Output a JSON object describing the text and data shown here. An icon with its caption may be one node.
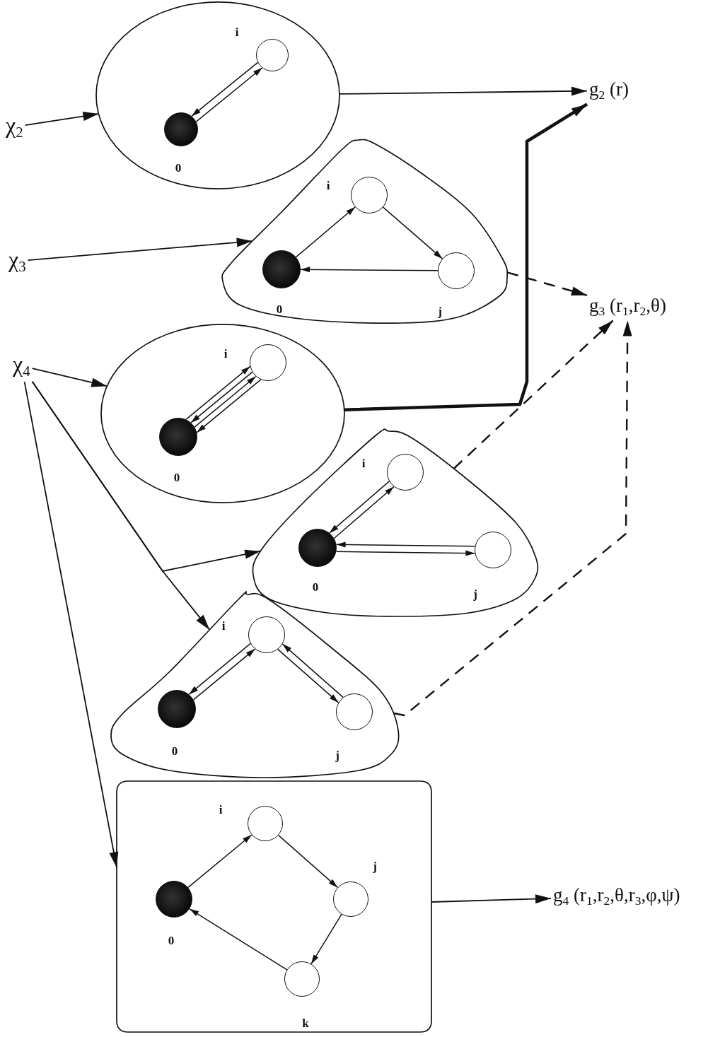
{
  "diagram": {
    "nodes": [
      {
        "text": [
          "χ$_{2}$"
        ]
      },
      {
        "text": [
          "χ$_{3}$"
        ]
      },
      {
        "text": [
          "χ$_{4}$"
        ]
      },
      {
        "text": [
          "g$_{2}$ (r)"
        ]
      },
      {
        "text": [
          "g$_{3}$ (r$_{1}$,r$_{2}$,θ)"
        ]
      },
      {
        "text": [
          "g$_{4}$ (r$_{1}$,r$_{2}$,θ,r$_{3}$,φ,ψ)"
        ]
      },
      {
        "text": [],
        "shape": "ellipse"
      },
      {
        "text": [],
        "shape": "circle",
        "in": 6,
        "beside": [
          "i"
        ]
      },
      {
        "text": [],
        "shape": "circle",
        "in": 6,
        "beside": [
          "0"
        ]
      },
      {
        "text": [],
        "shape": "triangle"
      },
      {
        "text": [],
        "shape": "circle",
        "in": 9,
        "beside": [
          "i"
        ]
      },
      {
        "text": [],
        "shape": "circle",
        "in": 9,
        "beside": [
          "0"
        ]
      },
      {
        "text": [],
        "shape": "circle",
        "in": 9,
        "beside": [
          "j"
        ]
      },
      {
        "text": [],
        "shape": "ellipse"
      },
      {
        "text": [],
        "shape": "circle",
        "in": 13,
        "beside": [
          "i"
        ]
      },
      {
        "text": [],
        "shape": "circle",
        "in": 13,
        "beside": [
          "0"
        ]
      },
      {
        "text": [],
        "shape": "triangle"
      },
      {
        "text": [],
        "shape": "circle",
        "in": 16,
        "beside": [
          "i"
        ]
      },
      {
        "text": [],
        "shape": "circle",
        "in": 16,
        "beside": [
          "0"
        ]
      },
      {
        "text": [],
        "shape": "circle",
        "in": 16,
        "beside": [
          "j"
        ]
      },
      {
        "text": [],
        "shape": "triangle"
      },
      {
        "text": [],
        "shape": "circle",
        "in": 20,
        "beside": [
          "i"
        ]
      },
      {
        "text": [],
        "shape": "circle",
        "in": 20,
        "beside": [
          "0"
        ]
      },
      {
        "text": [],
        "shape": "circle",
        "in": 20,
        "beside": [
          "j"
        ]
      },
      {
        "text": [],
        "shape": "box"
      },
      {
        "text": [],
        "shape": "circle",
        "in": 24,
        "beside": [
          "i"
        ]
      },
      {
        "text": [],
        "shape": "circle",
        "in": 24,
        "beside": [
          "0"
        ]
      },
      {
        "text": [],
        "shape": "circle",
        "in": 24,
        "beside": [
          "j"
        ]
      },
      {
        "text": [],
        "shape": "circle",
        "in": 24,
        "beside": [
          "k"
        ]
      }
    ],
    "edges": [
      {
        "from": 0,
        "to": 6,
        "arrow": "to"
      },
      {
        "from": 6,
        "to": 3,
        "arrow": "to"
      },
      {
        "from": 1,
        "to": 9,
        "arrow": "to"
      },
      {
        "from": 9,
        "to": 4,
        "arrow": "to",
        "style": "dashed"
      },
      {
        "from": 2,
        "to": 13,
        "arrow": "to"
      },
      {
        "from": 13,
        "to": 3,
        "arrow": "to",
        "style": "thick"
      },
      {
        "from": 2,
        "to": 16,
        "arrow": "to"
      },
      {
        "from": 2,
        "to": 20,
        "arrow": "to"
      },
      {
        "from": 2,
        "to": 24,
        "arrow": "to"
      },
      {
        "from": 16,
        "to": 4,
        "arrow": "to",
        "style": "dashed"
      },
      {
        "from": 20,
        "to": 4,
        "arrow": "to",
        "style": "dashed"
      },
      {
        "from": 24,
        "to": 5,
        "arrow": "to"
      },
      {
        "from": 8,
        "to": 7,
        "arrow": "to"
      },
      {
        "from": 7,
        "to": 8,
        "arrow": "to"
      },
      {
        "from": 11,
        "to": 10,
        "arrow": "to"
      },
      {
        "from": 10,
        "to": 12,
        "arrow": "to"
      },
      {
        "from": 12,
        "to": 11,
        "arrow": "to"
      },
      {
        "from": 15,
        "to": 14,
        "arrow": "to"
      },
      {
        "from": 14,
        "to": 15,
        "arrow": "to"
      },
      {
        "from": 15,
        "to": 14,
        "arrow": "to"
      },
      {
        "from": 14,
        "to": 15,
        "arrow": "to"
      },
      {
        "from": 18,
        "to": 17,
        "arrow": "to"
      },
      {
        "from": 17,
        "to": 18,
        "arrow": "to"
      },
      {
        "from": 18,
        "to": 19,
        "arrow": "to"
      },
      {
        "from": 19,
        "to": 18,
        "arrow": "to"
      },
      {
        "from": 22,
        "to": 21,
        "arrow": "to"
      },
      {
        "from": 21,
        "to": 22,
        "arrow": "to"
      },
      {
        "from": 21,
        "to": 23,
        "arrow": "to"
      },
      {
        "from": 23,
        "to": 21,
        "arrow": "to"
      },
      {
        "from": 26,
        "to": 25,
        "arrow": "to"
      },
      {
        "from": 25,
        "to": 27,
        "arrow": "to"
      },
      {
        "from": 27,
        "to": 28,
        "arrow": "to"
      },
      {
        "from": 28,
        "to": 26,
        "arrow": "to"
      }
    ]
  }
}
